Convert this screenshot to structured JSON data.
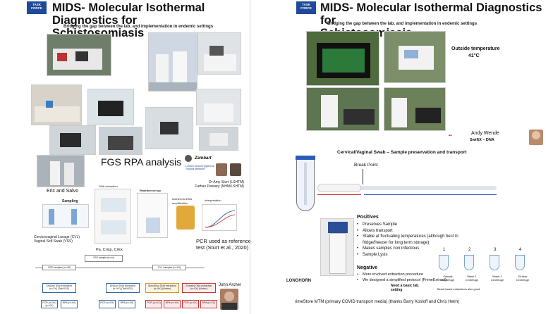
{
  "left": {
    "logo_text": "TASK FORCE",
    "title_line1": "MIDS- Molecular Isothermal Diagnostics for",
    "title_line2": "Schistosomiasis",
    "subtitle": "Bridging the gap between the lab. and implementation in endemic settings",
    "section_title": "FGS RPA analysis",
    "person_caption": "Eric and Salvo",
    "credit_line1": "Dr Amy Sturt (LSHTM)",
    "credit_line2": "Farhan Patwary (NHM/LSHTM)",
    "lshtm_label": "London School Hygiene & Tropical Medicine",
    "zambart_label": "Zambart",
    "sampling_label": "Sampling",
    "sample_types_line1": "Cervicovaginal Lavage (CVL)",
    "sample_types_line2": "Vaginal Self Swab (VSS)",
    "dna_extraction_label": "DNA extraction",
    "reaction_setup_label": "Reaction set up",
    "amplification_label": "Isothermal DNA amplification",
    "interpretation_label": "Interpretation",
    "pathogens_label": "Pa, Crisp, CrEx",
    "pcr_note": "PCR used as reference test (Sturt et al., 2020)",
    "presenter": "John Archer",
    "flow_top": "VSS sample (n=xx)",
    "flow_mid_left": "VSS samples (n=45)",
    "flow_mid_right": "CVL samples (n=XX)",
    "flow_boxes": [
      "DNAzol DNA extraction (n=XX) (Tab/VSS)",
      "DNAzol DNA extraction (n=XX) (Tab/VSS)",
      "SpeciDisc DNA extraction (n=XX) (Vortex)",
      "Extracts DNA extraction (n=XX) (Vortex)"
    ],
    "result_boxes": [
      "PCR (n=XX) (n=XX)",
      "RPA (n=XX)",
      "PCR (n=XX)",
      "RPA (n=XX)",
      "PCR (n=XX)",
      "RPA (n=XX)",
      "PCR (n=XX)",
      "RPA (n=XX)"
    ]
  },
  "right": {
    "logo_text": "TASK FORCE",
    "title_line1": "MIDS- Molecular Isothermal Diagnostics for",
    "title_line2": "Schistosomiasis",
    "subtitle": "Bridging the gap between the lab. and implementation in endemic settings",
    "temp_line1": "Outside temperature",
    "temp_line2": "41°C",
    "presenter_name": "Andy Wende",
    "presenter_org": "SwiftX – DNA",
    "swab_title": "Cervical/Vaginal Swab – Sample preservation and transport",
    "break_point": "Break Point",
    "positives_heading": "Positives",
    "positives": [
      "Preserves Sample",
      "Allows transport",
      "Stable at fluctuating temperatures (although best in fridge/freezer for long term storage)",
      "Makes samples non infectious",
      "Sample Lysis"
    ],
    "negative_heading": "Negative",
    "negatives": [
      "More involved extraction procedure",
      "We designed a simplified protocol (PrimeExtract)"
    ],
    "need_lab_note": "Need a basic lab. setting",
    "steps": [
      "1",
      "2",
      "3",
      "4"
    ],
    "step_labels": [
      "Sample Centrifuge",
      "Wash 1 Centrifuge",
      "Wash 2 Centrifuge",
      "Elution Centrifuge"
    ],
    "bead_note": "Bead based extractions also good",
    "longhorn_label": "LONGHORN",
    "primestore_line": "rimeStore MTM (primary COVID transport media) (thanks Barry Kosloff and Chris Helm)"
  }
}
